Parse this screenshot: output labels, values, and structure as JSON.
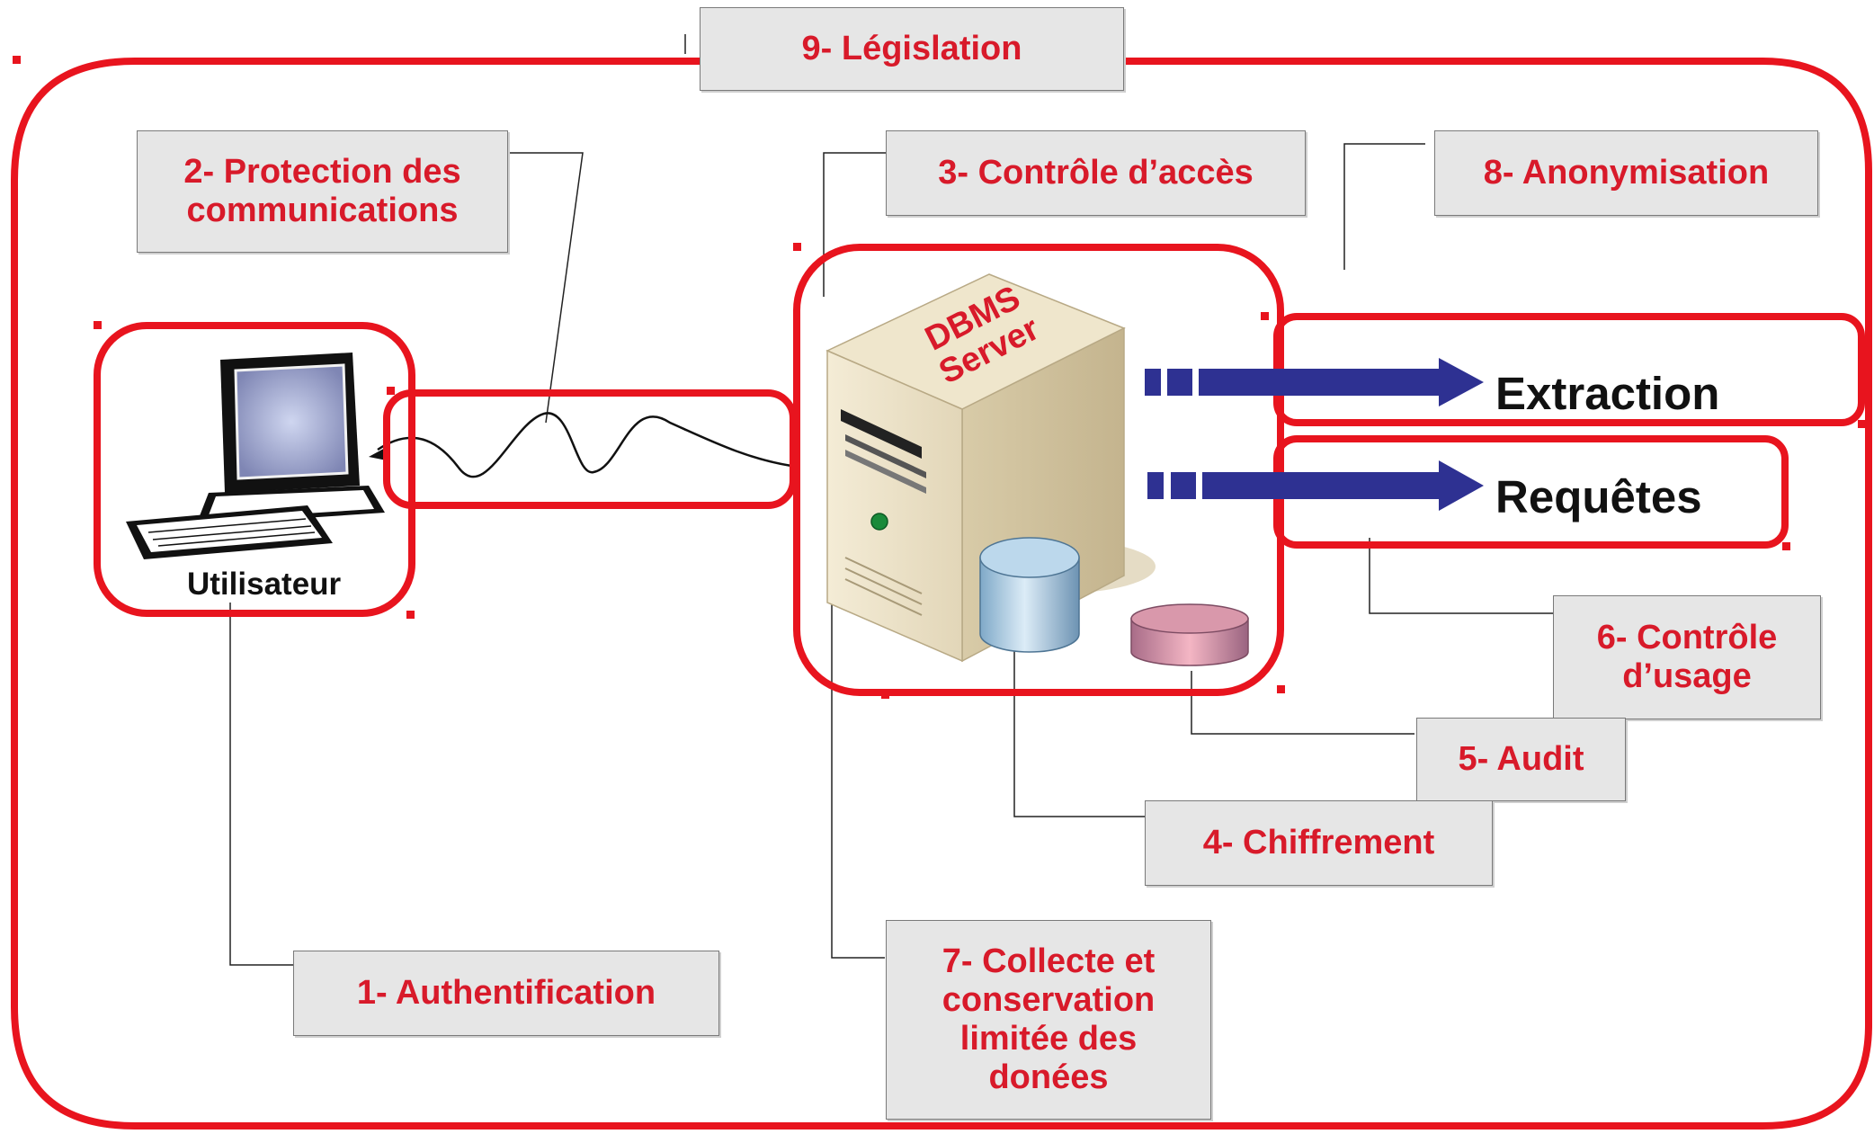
{
  "diagram": {
    "labels": {
      "legislation": "9- Législation",
      "protection": "2- Protection des\ncommunications",
      "access_control": "3- Contrôle d’accès",
      "anonymisation": "8- Anonymisation",
      "usage_control": "6- Contrôle\nd’usage",
      "audit": "5- Audit",
      "encryption": "4- Chiffrement",
      "authentication": "1- Authentification",
      "retention": "7- Collecte et\nconservation\nlimitée des\ndonées"
    },
    "server_text": "DBMS\nServer",
    "outputs": {
      "extraction": "Extraction",
      "queries": "Requêtes"
    },
    "user_label": "Utilisateur",
    "colors": {
      "frame_red": "#e8141e",
      "label_text": "#d81a2a",
      "arrow": "#2e3192",
      "label_bg": "#e6e6e6"
    },
    "icons": [
      "computer-icon",
      "server-tower-icon",
      "database-cylinder-icon",
      "disk-icon",
      "arrow-right-icon"
    ]
  }
}
